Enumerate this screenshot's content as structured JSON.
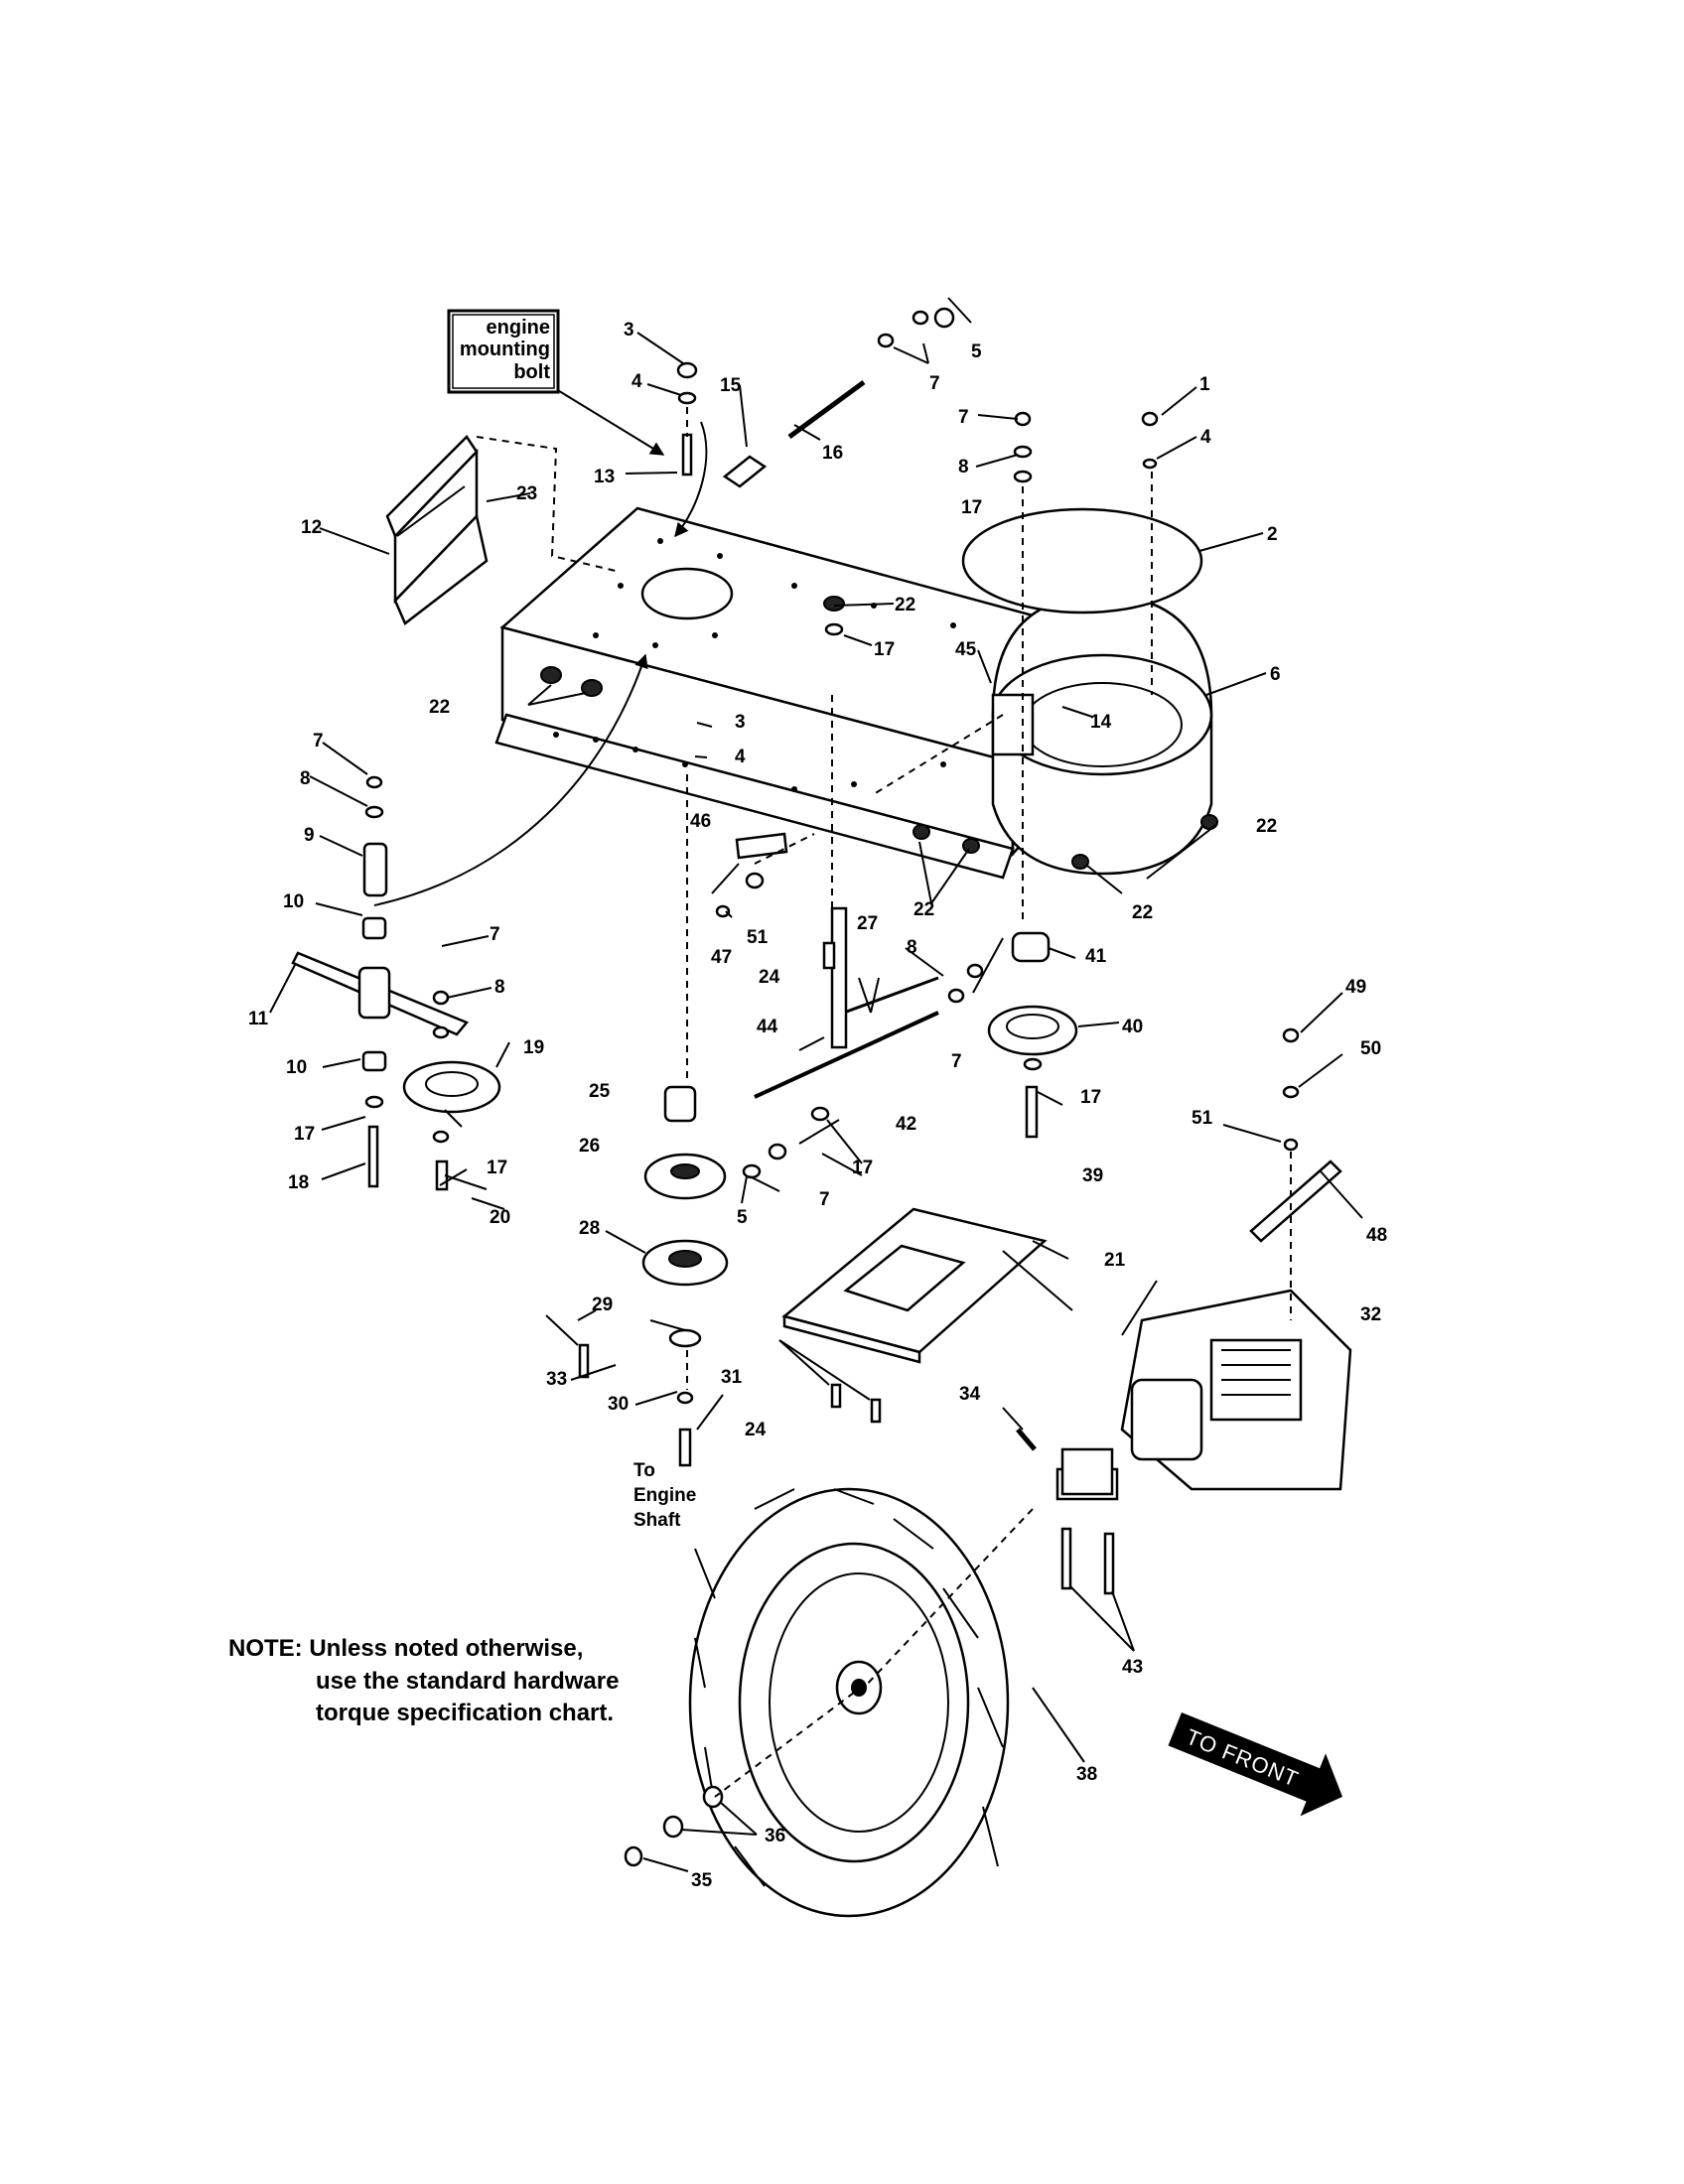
{
  "callout_box": {
    "lines": [
      "engine",
      "mounting",
      "bolt"
    ]
  },
  "engine_shaft_label": {
    "lines": [
      "To",
      "Engine",
      "Shaft"
    ]
  },
  "note": {
    "lines": [
      "NOTE: Unless noted otherwise,",
      "use the standard hardware",
      "torque specification chart."
    ]
  },
  "direction_arrow": {
    "label": "TO FRONT"
  },
  "callouts": [
    {
      "id": "c1",
      "text": "1"
    },
    {
      "id": "c2",
      "text": "2"
    },
    {
      "id": "c3a",
      "text": "3"
    },
    {
      "id": "c3b",
      "text": "3"
    },
    {
      "id": "c4a",
      "text": "4"
    },
    {
      "id": "c4b",
      "text": "4"
    },
    {
      "id": "c4c",
      "text": "4"
    },
    {
      "id": "c5a",
      "text": "5"
    },
    {
      "id": "c5b",
      "text": "5"
    },
    {
      "id": "c6",
      "text": "6"
    },
    {
      "id": "c7a",
      "text": "7"
    },
    {
      "id": "c7b",
      "text": "7"
    },
    {
      "id": "c7c",
      "text": "7"
    },
    {
      "id": "c7d",
      "text": "7"
    },
    {
      "id": "c7e",
      "text": "7"
    },
    {
      "id": "c7f",
      "text": "7"
    },
    {
      "id": "c8a",
      "text": "8"
    },
    {
      "id": "c8b",
      "text": "8"
    },
    {
      "id": "c8c",
      "text": "8"
    },
    {
      "id": "c8d",
      "text": "8"
    },
    {
      "id": "c9",
      "text": "9"
    },
    {
      "id": "c10a",
      "text": "10"
    },
    {
      "id": "c10b",
      "text": "10"
    },
    {
      "id": "c11",
      "text": "11"
    },
    {
      "id": "c12",
      "text": "12"
    },
    {
      "id": "c13",
      "text": "13"
    },
    {
      "id": "c14",
      "text": "14"
    },
    {
      "id": "c15",
      "text": "15"
    },
    {
      "id": "c16",
      "text": "16"
    },
    {
      "id": "c17a",
      "text": "17"
    },
    {
      "id": "c17b",
      "text": "17"
    },
    {
      "id": "c17c",
      "text": "17"
    },
    {
      "id": "c17d",
      "text": "17"
    },
    {
      "id": "c17e",
      "text": "17"
    },
    {
      "id": "c17f",
      "text": "17"
    },
    {
      "id": "c18",
      "text": "18"
    },
    {
      "id": "c19",
      "text": "19"
    },
    {
      "id": "c20",
      "text": "20"
    },
    {
      "id": "c21",
      "text": "21"
    },
    {
      "id": "c22a",
      "text": "22"
    },
    {
      "id": "c22b",
      "text": "22"
    },
    {
      "id": "c22c",
      "text": "22"
    },
    {
      "id": "c22d",
      "text": "22"
    },
    {
      "id": "c22e",
      "text": "22"
    },
    {
      "id": "c23",
      "text": "23"
    },
    {
      "id": "c24a",
      "text": "24"
    },
    {
      "id": "c24b",
      "text": "24"
    },
    {
      "id": "c25",
      "text": "25"
    },
    {
      "id": "c26",
      "text": "26"
    },
    {
      "id": "c27",
      "text": "27"
    },
    {
      "id": "c28",
      "text": "28"
    },
    {
      "id": "c29",
      "text": "29"
    },
    {
      "id": "c30",
      "text": "30"
    },
    {
      "id": "c31",
      "text": "31"
    },
    {
      "id": "c32",
      "text": "32"
    },
    {
      "id": "c33",
      "text": "33"
    },
    {
      "id": "c34",
      "text": "34"
    },
    {
      "id": "c35",
      "text": "35"
    },
    {
      "id": "c36",
      "text": "36"
    },
    {
      "id": "c38",
      "text": "38"
    },
    {
      "id": "c39",
      "text": "39"
    },
    {
      "id": "c40",
      "text": "40"
    },
    {
      "id": "c41",
      "text": "41"
    },
    {
      "id": "c42",
      "text": "42"
    },
    {
      "id": "c43",
      "text": "43"
    },
    {
      "id": "c44",
      "text": "44"
    },
    {
      "id": "c45",
      "text": "45"
    },
    {
      "id": "c46",
      "text": "46"
    },
    {
      "id": "c47",
      "text": "47"
    },
    {
      "id": "c48",
      "text": "48"
    },
    {
      "id": "c49",
      "text": "49"
    },
    {
      "id": "c50",
      "text": "50"
    },
    {
      "id": "c51a",
      "text": "51"
    },
    {
      "id": "c51b",
      "text": "51"
    }
  ]
}
